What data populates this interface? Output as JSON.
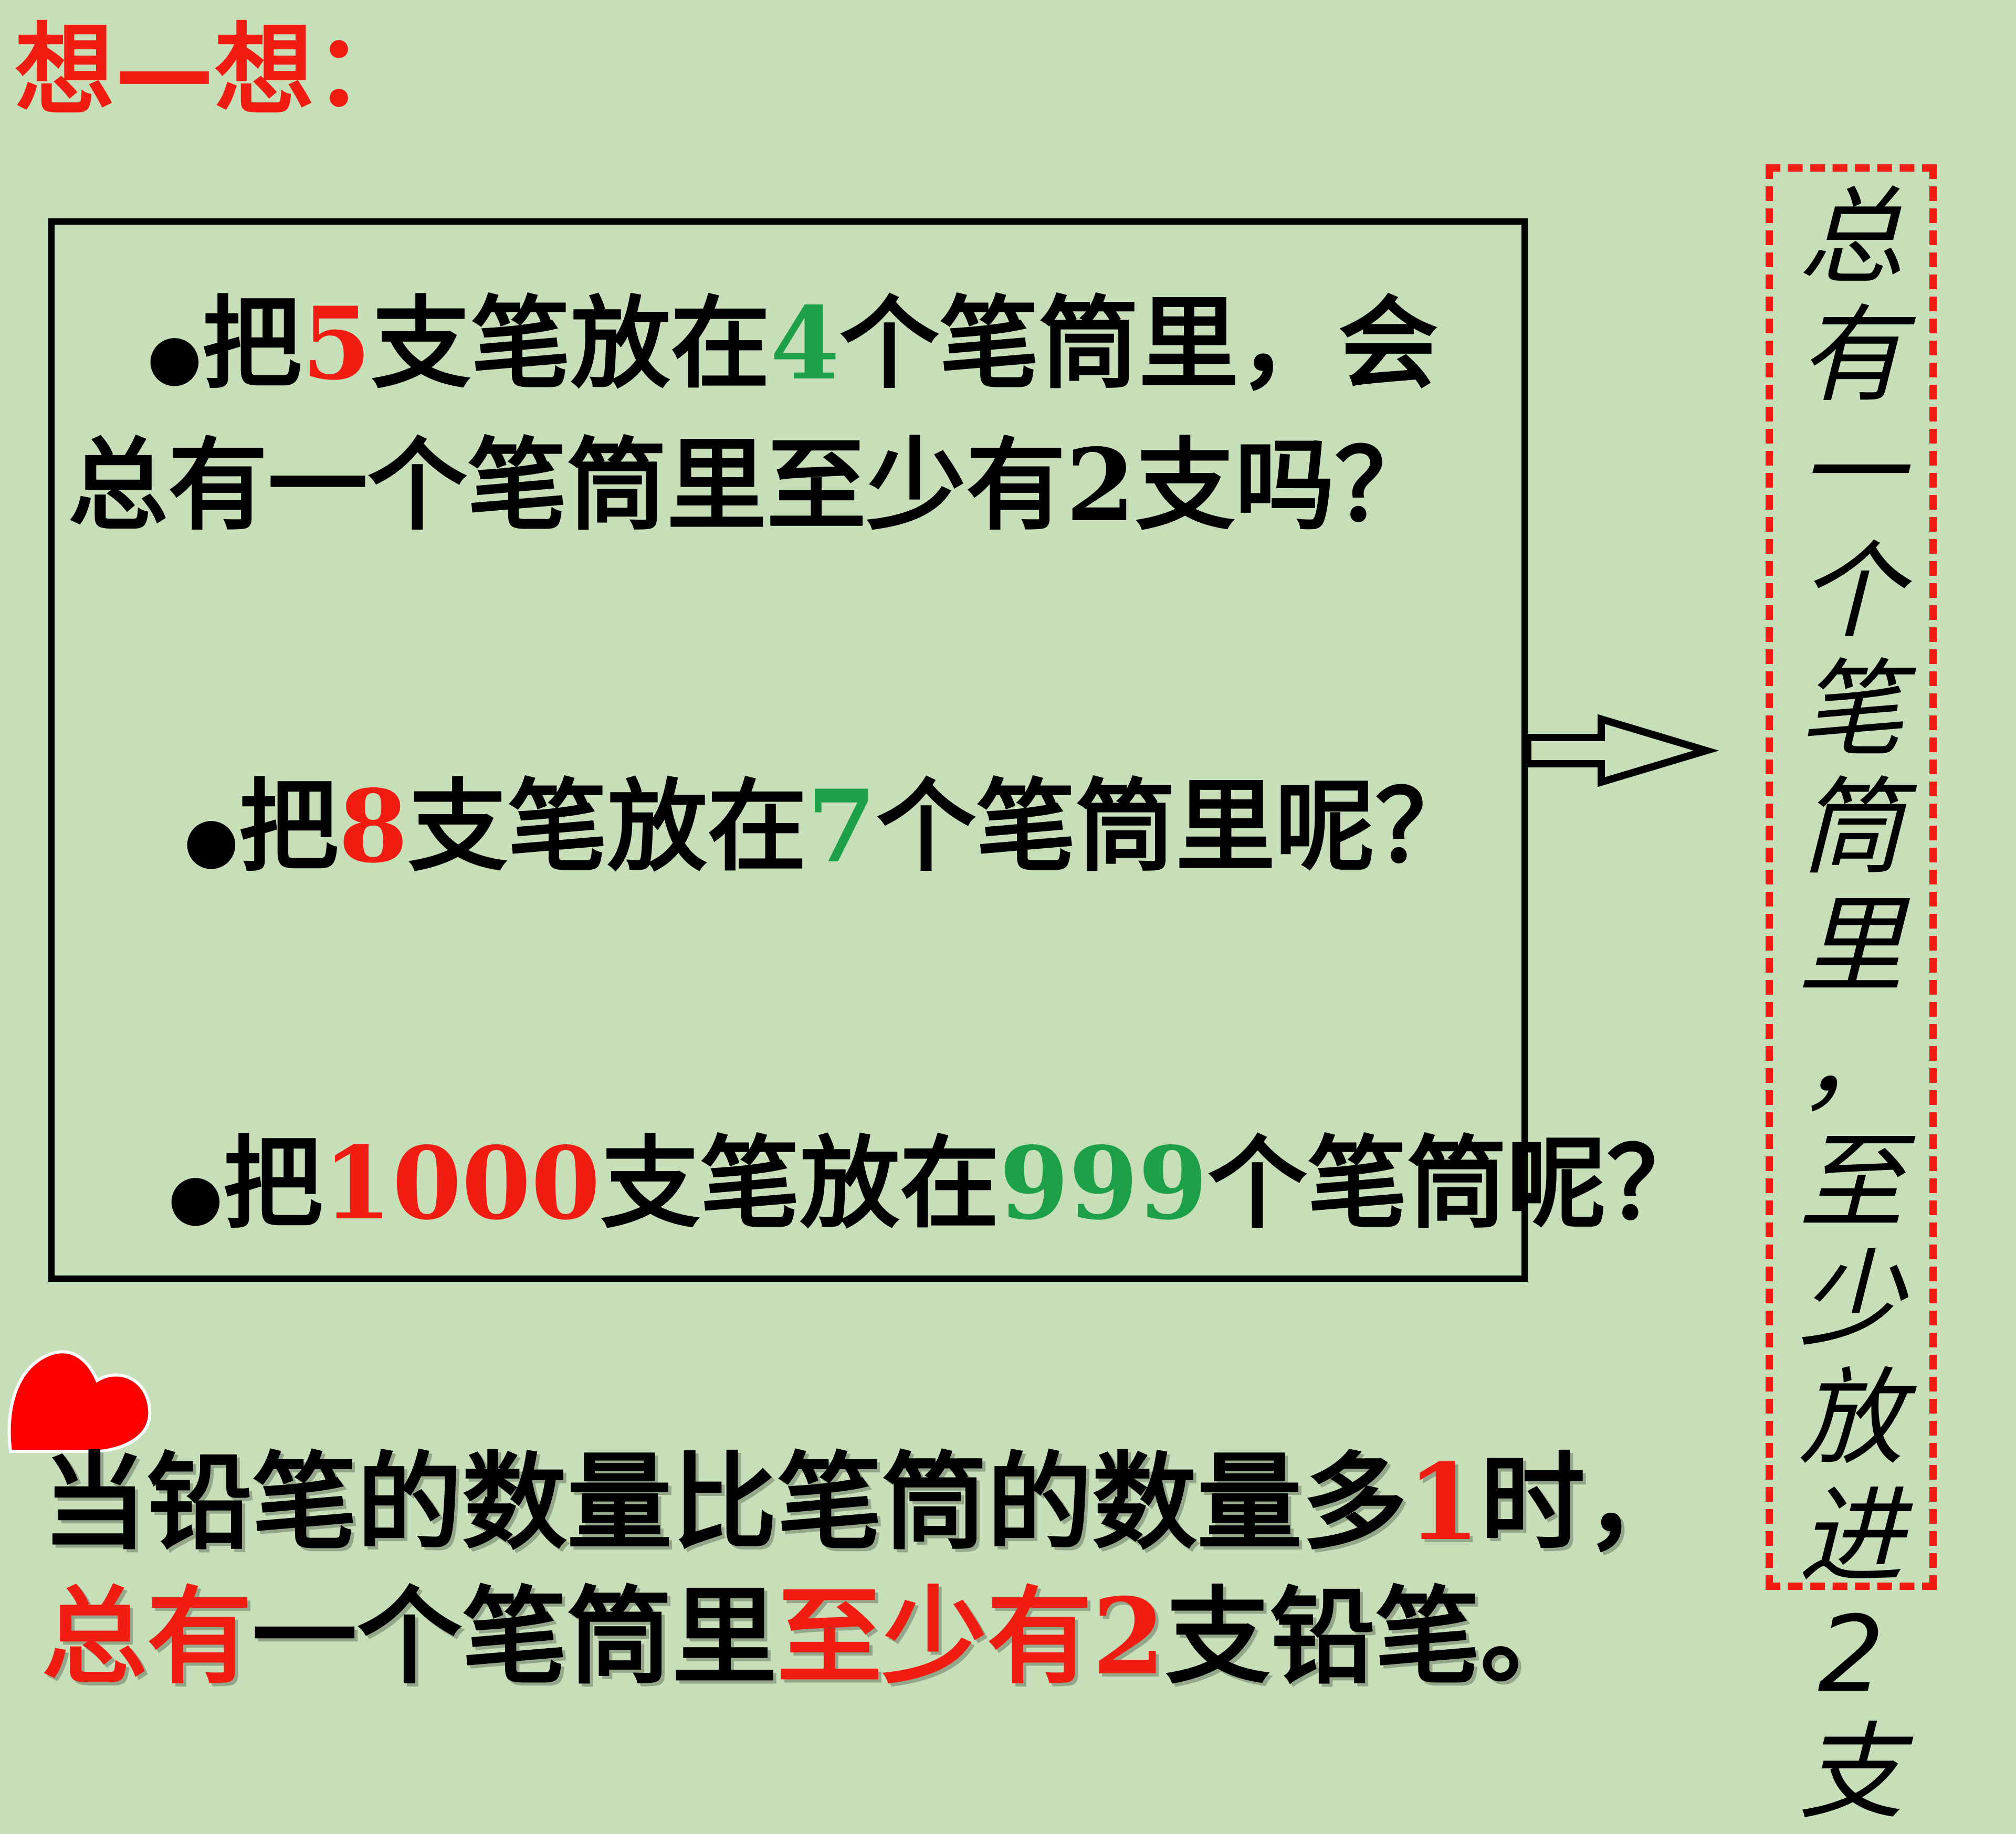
{
  "title": "想—想：",
  "questions": {
    "q1": {
      "bullet": "●",
      "line1": [
        "把",
        "5",
        "支笔放在",
        "4",
        "个笔筒里，会"
      ],
      "line2": "总有一个笔筒里至少有2支吗？"
    },
    "q2": {
      "bullet": "●",
      "parts": [
        "把",
        "8",
        "支笔放在",
        "7",
        "个笔筒里呢？"
      ]
    },
    "q3": {
      "bullet": "●",
      "parts": [
        "把",
        "1000",
        "支笔放在",
        "999",
        "个笔筒呢？"
      ]
    }
  },
  "side_note": {
    "chars": [
      "总",
      "有",
      "一",
      "个",
      "笔",
      "筒",
      "里",
      "，",
      "至",
      "少",
      "放",
      "进",
      "2",
      "支"
    ]
  },
  "conclusion": {
    "line1": [
      "当铅笔的数量比笔筒的数量多",
      "1",
      "时，"
    ],
    "line2": [
      "总有",
      "一个笔筒里",
      "至少有",
      "2",
      "支铅笔。"
    ]
  },
  "colors": {
    "background": "#C6DFB8",
    "red": "#F21D12",
    "green": "#1DA048",
    "text": "#000000"
  },
  "icons": {
    "heart": "heart-icon",
    "arrow": "right-arrow-icon"
  }
}
